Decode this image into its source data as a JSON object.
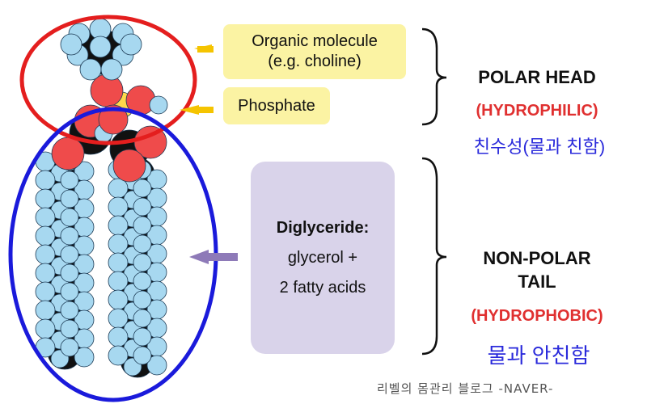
{
  "labels": {
    "organic_line1": "Organic molecule",
    "organic_line2": "(e.g. choline)",
    "phosphate": "Phosphate",
    "diglyceride_title": "Diglyceride:",
    "diglyceride_line1": "glycerol +",
    "diglyceride_line2": "2 fatty acids"
  },
  "polar_head": {
    "title": "POLAR HEAD",
    "subtitle": "(HYDROPHILIC)",
    "korean": "친수성(물과 친함)"
  },
  "nonpolar_tail": {
    "title_line1": "NON-POLAR",
    "title_line2": "TAIL",
    "subtitle": "(HYDROPHOBIC)",
    "korean": "물과 안친함"
  },
  "watermark": "리벨의 몸관리 블로그 -NAVER-",
  "colors": {
    "head_outline": "#e41e1e",
    "tail_outline": "#1a1adb",
    "yellow_arrow": "#f5c400",
    "purple_arrow": "#8e7ab8",
    "atom_blue": "#a7d8f0",
    "atom_red": "#ef4b4b",
    "atom_black": "#111111",
    "label_box": "#fbf3a3",
    "diglyceride_box": "#d9d3ea"
  }
}
